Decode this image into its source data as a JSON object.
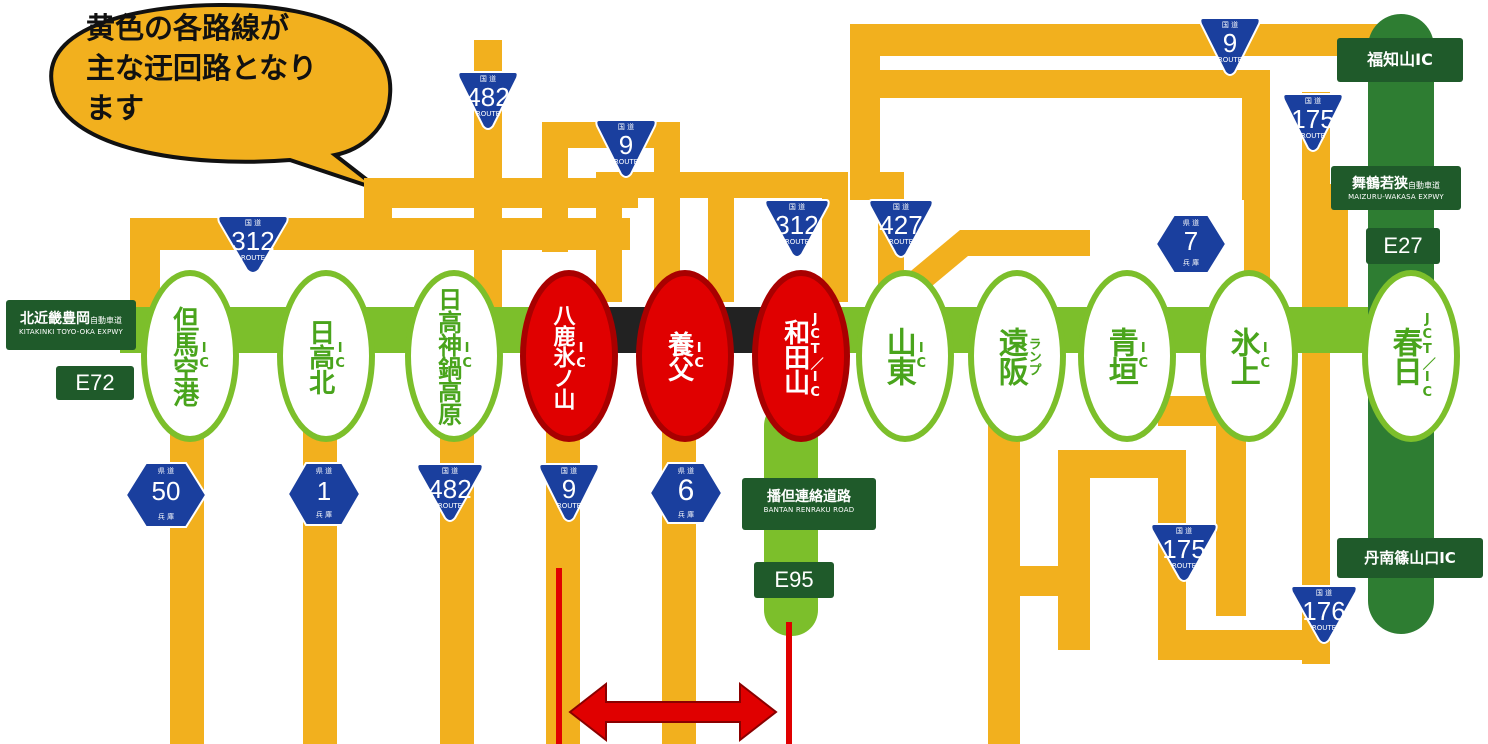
{
  "callout": {
    "lines": [
      "黄色の各路線が",
      "主な迂回路となり",
      "ます"
    ]
  },
  "interchanges": [
    {
      "id": "tajima-kuko",
      "name": "但馬空港",
      "sub": "IC",
      "closed": false
    },
    {
      "id": "hidaka-kita",
      "name": "日高北",
      "sub": "IC",
      "closed": false
    },
    {
      "id": "hidaka-kannabe-kogen",
      "name": "日高神鍋高原",
      "sub": "IC",
      "closed": false
    },
    {
      "id": "youka-hyonosen",
      "name": "八鹿氷ノ山",
      "sub": "IC",
      "closed": true
    },
    {
      "id": "yabu",
      "name": "養父",
      "sub": "IC",
      "closed": true
    },
    {
      "id": "wadayama",
      "name": "和田山",
      "sub": "JCT／IC",
      "closed": true
    },
    {
      "id": "santo",
      "name": "山東",
      "sub": "IC",
      "closed": false
    },
    {
      "id": "tohsaka",
      "name": "遠阪",
      "sub": "ランプ",
      "closed": false
    },
    {
      "id": "aogaki",
      "name": "青垣",
      "sub": "IC",
      "closed": false
    },
    {
      "id": "hikami",
      "name": "氷上",
      "sub": "IC",
      "closed": false
    },
    {
      "id": "kasuga",
      "name": "春日",
      "sub": "JCT／IC",
      "closed": false
    }
  ],
  "expressway_signs": {
    "kitakinki": {
      "name": "北近畿豊岡",
      "suffix": "自動車道",
      "english": "KITAKINKI TOYO-OKA EXPWY",
      "code": "E72"
    },
    "maizuru": {
      "name": "舞鶴若狭",
      "suffix": "自動車道",
      "english": "MAIZURU-WAKASA EXPWY",
      "code": "E27"
    },
    "bantan": {
      "name": "播但連絡道路",
      "english": "BANTAN RENRAKU ROAD",
      "code": "E95"
    },
    "fukuchiyama": {
      "name": "福知山IC"
    },
    "tannan": {
      "name": "丹南篠山口IC"
    }
  },
  "route_signs": [
    {
      "id": "national-482-top",
      "type": "national",
      "number": "482",
      "top": "国 道",
      "bottom": "ROUTE"
    },
    {
      "id": "national-9-mid",
      "type": "national",
      "number": "9",
      "top": "国 道",
      "bottom": "ROUTE"
    },
    {
      "id": "national-9-top",
      "type": "national",
      "number": "9",
      "top": "国 道",
      "bottom": "ROUTE"
    },
    {
      "id": "national-175-top",
      "type": "national",
      "number": "175",
      "top": "国 道",
      "bottom": "ROUTE"
    },
    {
      "id": "national-312-left",
      "type": "national",
      "number": "312",
      "top": "国 道",
      "bottom": "ROUTE"
    },
    {
      "id": "national-312-center",
      "type": "national",
      "number": "312",
      "top": "国 道",
      "bottom": "ROUTE"
    },
    {
      "id": "national-427",
      "type": "national",
      "number": "427",
      "top": "国 道",
      "bottom": "ROUTE"
    },
    {
      "id": "pref-7",
      "type": "prefectural",
      "number": "7",
      "top": "県 道",
      "bottom": "兵 庫"
    },
    {
      "id": "pref-50",
      "type": "prefectural",
      "number": "50",
      "top": "県 道",
      "bottom": "兵 庫"
    },
    {
      "id": "pref-1",
      "type": "prefectural",
      "number": "1",
      "top": "県 道",
      "bottom": "兵 庫"
    },
    {
      "id": "national-482-bottom",
      "type": "national",
      "number": "482",
      "top": "国 道",
      "bottom": "ROUTE"
    },
    {
      "id": "national-9-bottom",
      "type": "national",
      "number": "9",
      "top": "国 道",
      "bottom": "ROUTE"
    },
    {
      "id": "pref-6",
      "type": "prefectural",
      "number": "6",
      "top": "県 道",
      "bottom": "兵 庫"
    },
    {
      "id": "national-175-bottom",
      "type": "national",
      "number": "175",
      "top": "国 道",
      "bottom": "ROUTE"
    },
    {
      "id": "national-176",
      "type": "national",
      "number": "176",
      "top": "国 道",
      "bottom": "ROUTE"
    }
  ],
  "colors": {
    "detour_yellow": "#f2b01e",
    "expressway_green": "#7cbf2b",
    "dark_green": "#2e7d32",
    "closed_red": "#e00000",
    "closed_section": "#222222",
    "route_blue": "#1a3f9e",
    "sign_green": "#1f5a2a"
  }
}
